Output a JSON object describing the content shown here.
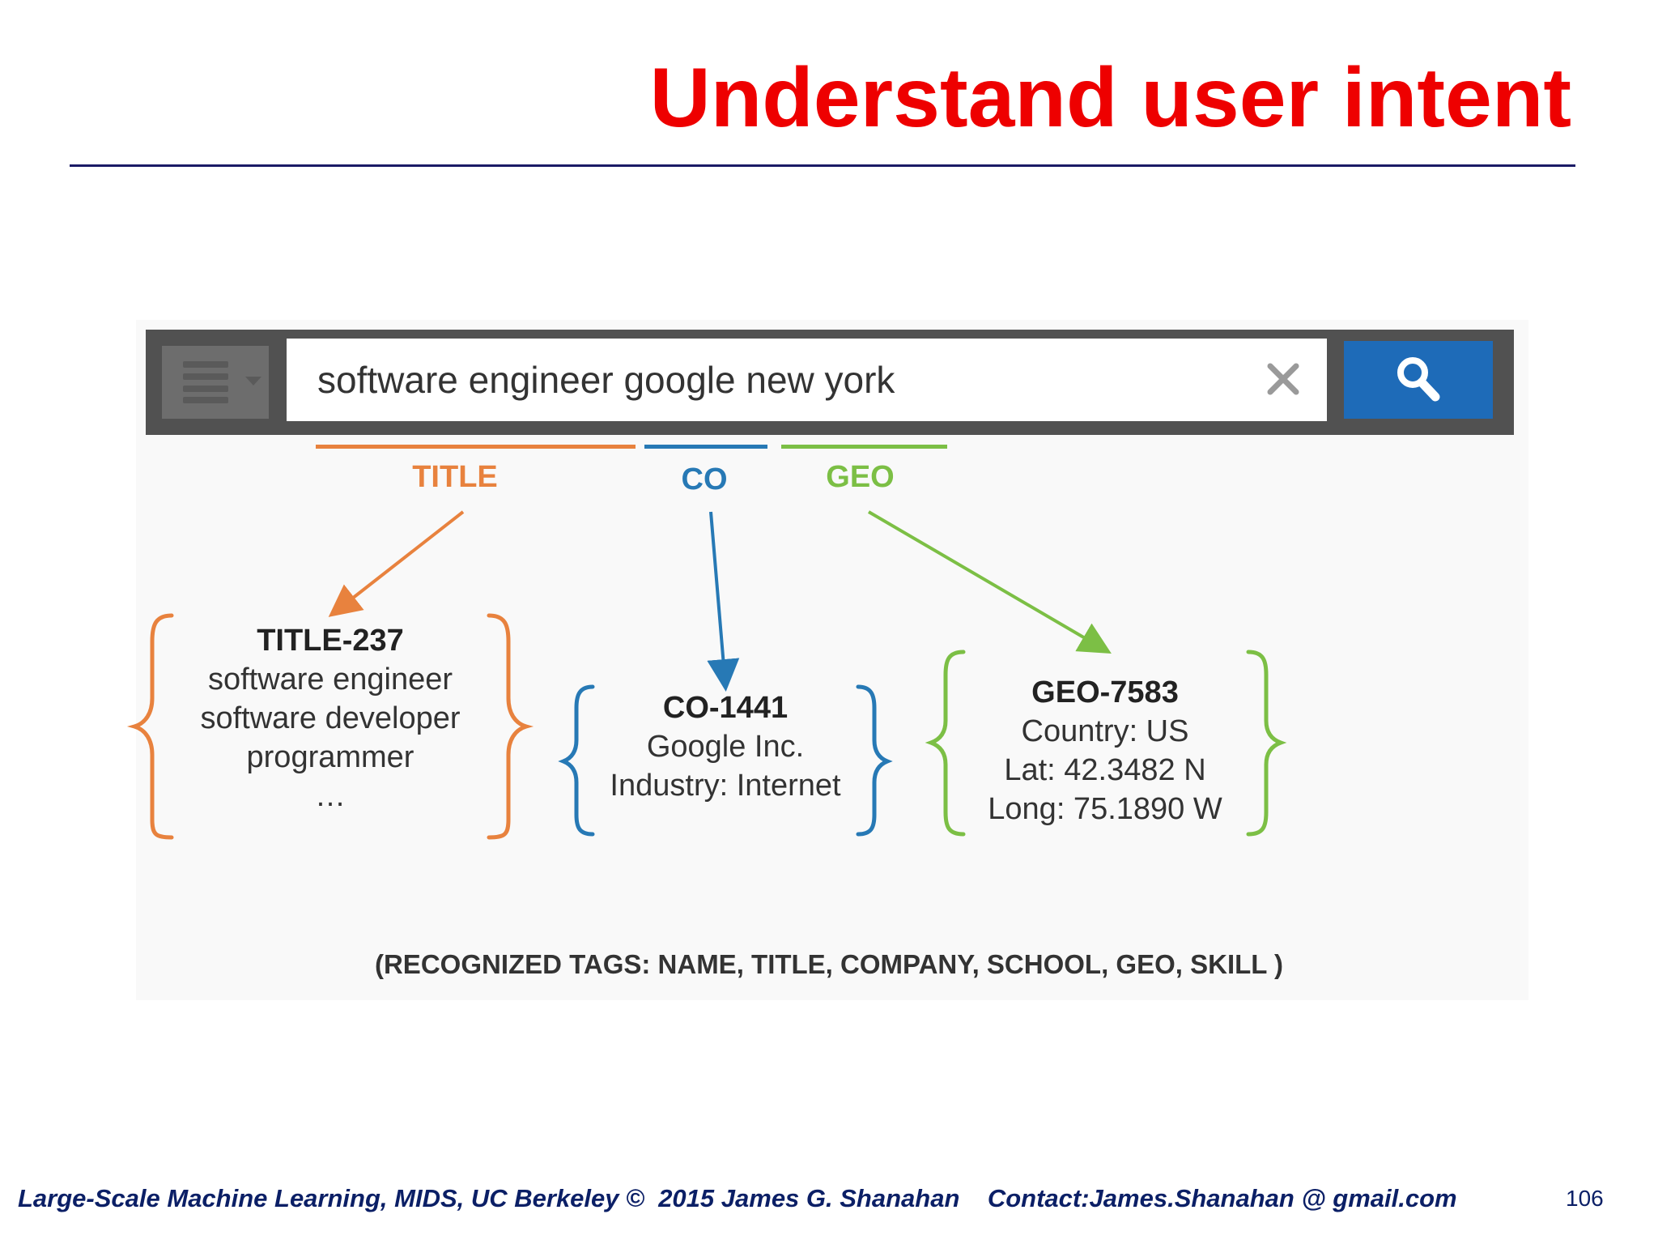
{
  "slide": {
    "title": "Understand user intent",
    "footer": "Large-Scale Machine Learning, MIDS, UC Berkeley ©  2015 James G. Shanahan    Contact:James.Shanahan @ gmail.com",
    "page_number": "106"
  },
  "search": {
    "query": "software engineer google new york",
    "menu_icon": "hamburger-menu-icon",
    "clear_icon": "close-icon",
    "submit_icon": "search-icon"
  },
  "tags": [
    {
      "label": "TITLE",
      "color": "#e8823e"
    },
    {
      "label": "CO",
      "color": "#2779b5"
    },
    {
      "label": "GEO",
      "color": "#7cbf45"
    }
  ],
  "entities": [
    {
      "id": "TITLE-237",
      "lines": [
        "software engineer",
        "software developer",
        "programmer",
        "…"
      ]
    },
    {
      "id": "CO-1441",
      "lines": [
        "Google Inc.",
        "Industry: Internet"
      ]
    },
    {
      "id": "GEO-7583",
      "lines": [
        "Country: US",
        "Lat: 42.3482 N",
        "Long: 75.1890 W"
      ]
    }
  ],
  "recognized_tags": "(RECOGNIZED TAGS: NAME, TITLE, COMPANY, SCHOOL, GEO, SKILL )"
}
